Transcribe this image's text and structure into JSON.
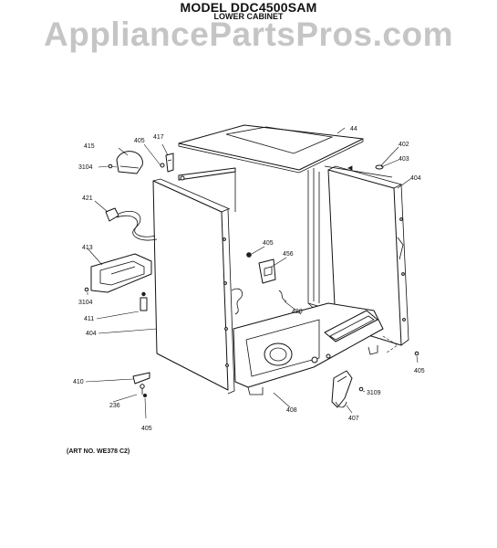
{
  "header": {
    "model": "MODEL DDC4500SAM",
    "section": "LOWER CABINET"
  },
  "watermark": "AppliancePartsPros.com",
  "art_number": "(ART NO. WE378 C2)",
  "callouts": [
    {
      "id": "44",
      "text": "44"
    },
    {
      "id": "402",
      "text": "402"
    },
    {
      "id": "403",
      "text": "403"
    },
    {
      "id": "404a",
      "text": "404"
    },
    {
      "id": "415",
      "text": "415"
    },
    {
      "id": "405a",
      "text": "405"
    },
    {
      "id": "417",
      "text": "417"
    },
    {
      "id": "3104a",
      "text": "3104"
    },
    {
      "id": "421",
      "text": "421"
    },
    {
      "id": "405b",
      "text": "405"
    },
    {
      "id": "456",
      "text": "456"
    },
    {
      "id": "413",
      "text": "413"
    },
    {
      "id": "3104b",
      "text": "3104"
    },
    {
      "id": "420",
      "text": "420"
    },
    {
      "id": "411",
      "text": "411"
    },
    {
      "id": "404b",
      "text": "404"
    },
    {
      "id": "405c",
      "text": "405"
    },
    {
      "id": "410",
      "text": "410"
    },
    {
      "id": "3109",
      "text": "3109"
    },
    {
      "id": "236",
      "text": "236"
    },
    {
      "id": "408",
      "text": "408"
    },
    {
      "id": "407",
      "text": "407"
    },
    {
      "id": "405d",
      "text": "405"
    }
  ]
}
